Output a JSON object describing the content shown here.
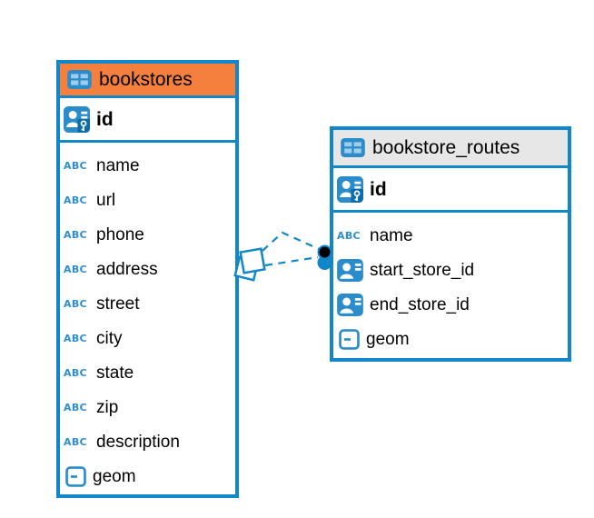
{
  "diagram": {
    "tables": [
      {
        "title": "bookstores",
        "header_color": "#f5803e",
        "columns": [
          {
            "name": "id",
            "type": "primary-key"
          },
          {
            "name": "name",
            "type": "text"
          },
          {
            "name": "url",
            "type": "text"
          },
          {
            "name": "phone",
            "type": "text"
          },
          {
            "name": "address",
            "type": "text"
          },
          {
            "name": "street",
            "type": "text"
          },
          {
            "name": "city",
            "type": "text"
          },
          {
            "name": "state",
            "type": "text"
          },
          {
            "name": "zip",
            "type": "text"
          },
          {
            "name": "description",
            "type": "text"
          },
          {
            "name": "geom",
            "type": "geometry"
          }
        ]
      },
      {
        "title": "bookstore_routes",
        "header_color": "#e7e7e7",
        "columns": [
          {
            "name": "id",
            "type": "primary-key"
          },
          {
            "name": "name",
            "type": "text"
          },
          {
            "name": "start_store_id",
            "type": "reference"
          },
          {
            "name": "end_store_id",
            "type": "reference"
          },
          {
            "name": "geom",
            "type": "geometry"
          }
        ]
      }
    ],
    "relationship": {
      "from_table": "bookstores",
      "to_table": "bookstore_routes",
      "line_style": "dashed",
      "line_count": 2
    },
    "colors": {
      "accent_blue": "#1186c8",
      "icon_blue": "#2b8ccb",
      "icon_dark_blue": "#0d6cab",
      "icon_cell_light": "#9fcceb",
      "bookstores_header": "#f5803e",
      "routes_header": "#e7e7e7",
      "endpoint_black": "#000000",
      "text": "#000000"
    },
    "icons": {
      "text_type_label": "ABC"
    }
  }
}
